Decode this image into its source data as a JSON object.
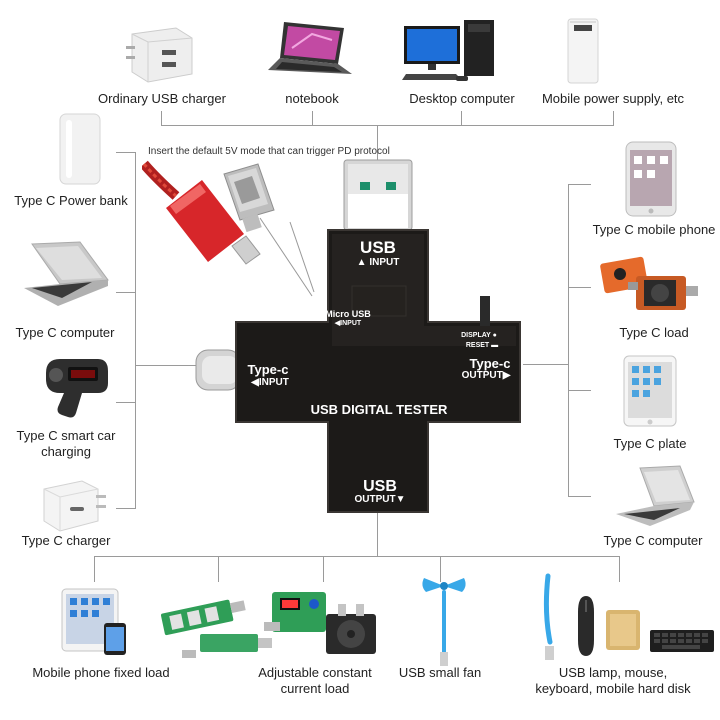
{
  "top_sources": [
    {
      "label": "Ordinary USB charger",
      "icon": "usb-charger-icon"
    },
    {
      "label": "notebook",
      "icon": "notebook-icon"
    },
    {
      "label": "Desktop computer",
      "icon": "desktop-computer-icon"
    },
    {
      "label": "Mobile power supply, etc",
      "icon": "power-bank-icon"
    }
  ],
  "note": "Insert the default 5V mode that can trigger PD protocol",
  "left_devices": [
    {
      "label": "Type C Power bank",
      "icon": "power-bank-icon"
    },
    {
      "label": "Type C computer",
      "icon": "laptop-icon"
    },
    {
      "label": "Type C smart car charging",
      "icon": "car-charger-icon"
    },
    {
      "label": "Type C charger",
      "icon": "type-c-charger-icon"
    }
  ],
  "right_devices": [
    {
      "label": "Type C mobile phone",
      "icon": "mobile-phone-icon"
    },
    {
      "label": "Type C load",
      "icon": "load-module-icon"
    },
    {
      "label": "Type C plate",
      "icon": "tablet-icon"
    },
    {
      "label": "Type C computer",
      "icon": "laptop-icon"
    }
  ],
  "bottom_devices": [
    {
      "label": "Mobile phone fixed load",
      "icon": "tablet-phone-icon"
    },
    {
      "label": "Adjustable constant current load",
      "icon": "load-board-icon"
    },
    {
      "label": "USB small fan",
      "icon": "usb-fan-icon"
    },
    {
      "label": "USB lamp, mouse, keyboard, mobile hard disk",
      "icon": "usb-lamp-icon"
    }
  ],
  "tester": {
    "usb_in": "USB",
    "usb_in_sub": "▲ INPUT",
    "micro": "Micro USB",
    "micro_sub": "◀INPUT",
    "display": "DISPLAY ●",
    "reset": "RESET ▬",
    "typec_in": "Type-c",
    "typec_in_sub": "◀INPUT",
    "typec_out": "Type-c",
    "typec_out_sub": "OUTPUT▶",
    "name": "USB DIGITAL TESTER",
    "usb_out": "USB",
    "usb_out_sub": "OUTPUT▼"
  },
  "colors": {
    "line": "#9a9a9a",
    "tester_body": "#1c1a18",
    "red_cable": "#d7262a"
  }
}
